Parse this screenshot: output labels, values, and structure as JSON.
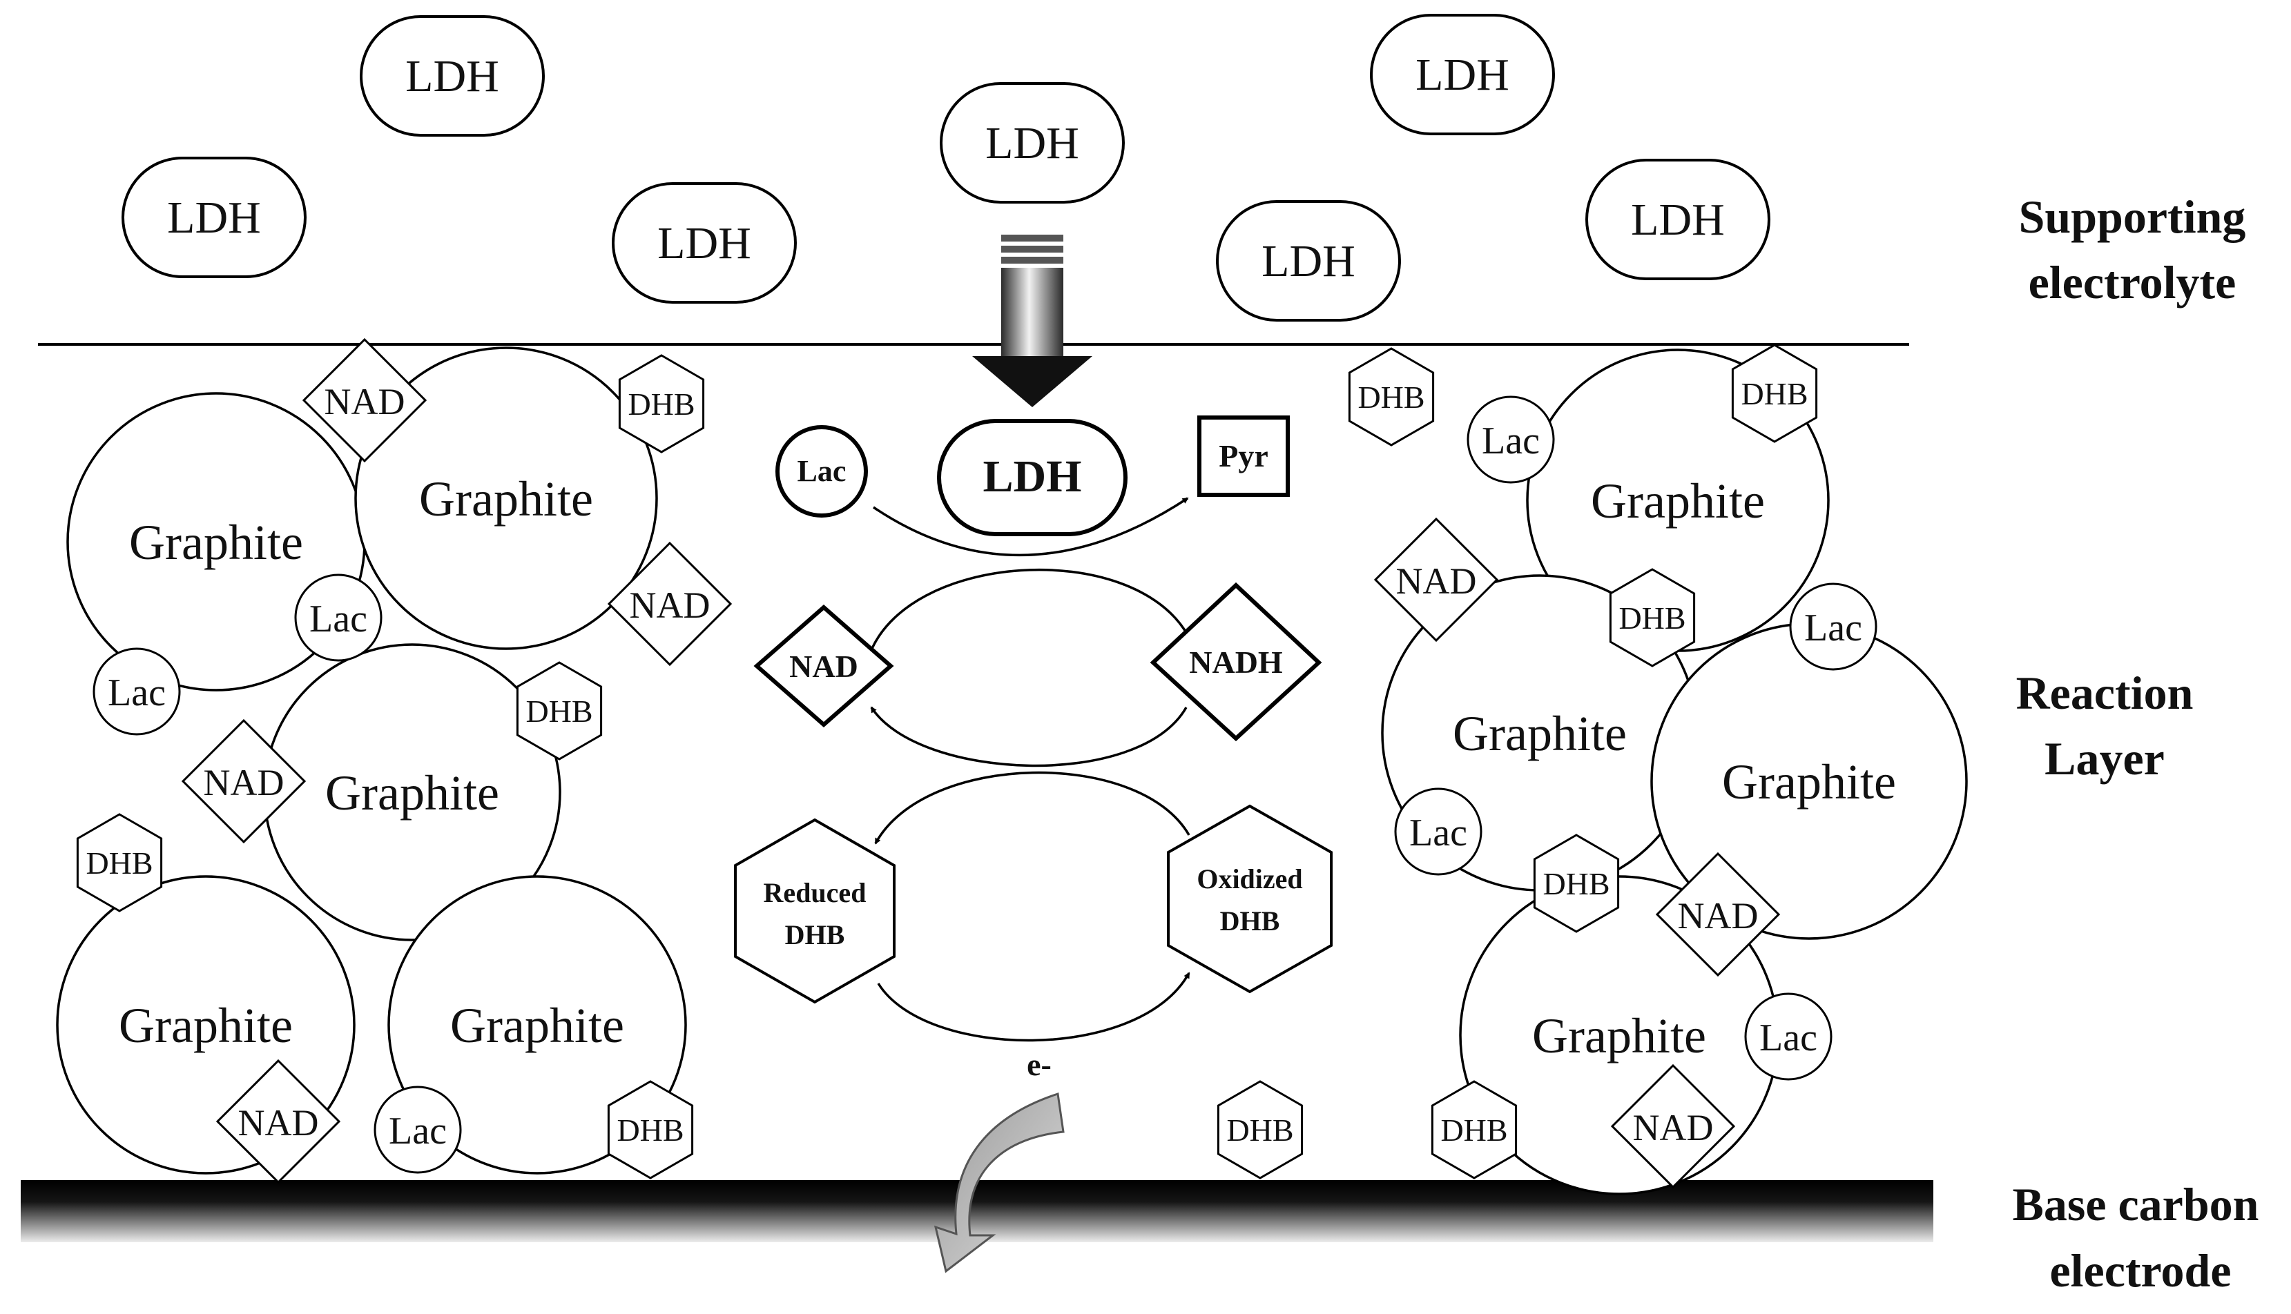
{
  "labels": {
    "supporting_electrolyte": [
      "Supporting",
      "electrolyte"
    ],
    "reaction_layer": [
      "Reaction",
      "Layer"
    ],
    "base_electrode": [
      "Base carbon",
      "electrode"
    ]
  },
  "electrolyte_enzymes": [
    "LDH",
    "LDH",
    "LDH",
    "LDH",
    "LDH",
    "LDH",
    "LDH",
    "LDH"
  ],
  "particles": {
    "graphite": "Graphite",
    "nad": "NAD",
    "dhb": "DHB",
    "lac": "Lac"
  },
  "cycle": {
    "lac": "Lac",
    "ldh": "LDH",
    "pyr": "Pyr",
    "nad": "NAD",
    "nadh": "NADH",
    "reduced_dhb": [
      "Reduced",
      "DHB"
    ],
    "oxidized_dhb": [
      "Oxidized",
      "DHB"
    ],
    "electron": "e-"
  }
}
